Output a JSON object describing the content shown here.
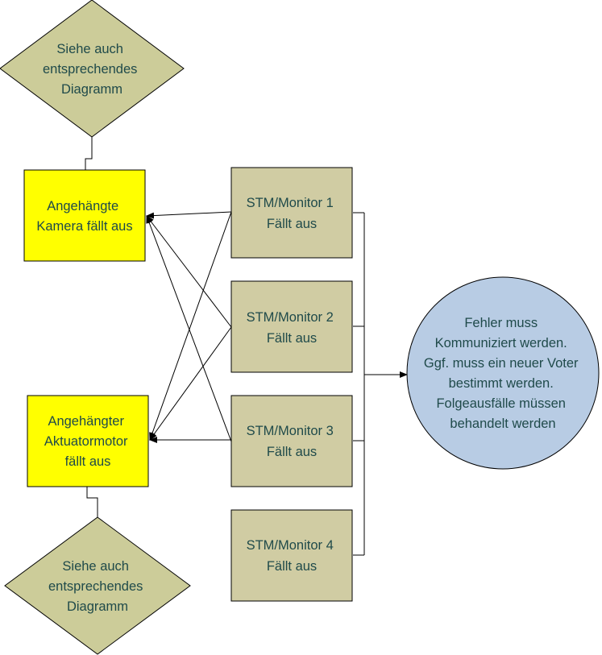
{
  "diamond_top": {
    "lines": [
      "Siehe auch",
      "entsprechendes",
      "Diagramm"
    ]
  },
  "diamond_bottom": {
    "lines": [
      "Siehe auch",
      "entsprechendes",
      "Diagramm"
    ]
  },
  "camera_box": {
    "lines": [
      "Angehängte",
      "Kamera fällt aus"
    ]
  },
  "actuator_box": {
    "lines": [
      "Angehängter",
      "Aktuatormotor",
      "fällt aus"
    ]
  },
  "monitors": [
    {
      "lines": [
        "STM/Monitor 1",
        "Fällt aus"
      ]
    },
    {
      "lines": [
        "STM/Monitor 2",
        "Fällt aus"
      ]
    },
    {
      "lines": [
        "STM/Monitor 3",
        "Fällt aus"
      ]
    },
    {
      "lines": [
        "STM/Monitor 4",
        "Fällt aus"
      ]
    }
  ],
  "result_circle": {
    "lines": [
      "Fehler muss",
      "Kommuniziert werden.",
      "Ggf. muss ein neuer Voter",
      "bestimmt werden.",
      "Folgeausfälle müssen",
      "behandelt werden"
    ]
  },
  "colors": {
    "diamond_fill": "#cccc99",
    "monitor_fill": "#d0cca3",
    "highlight_fill": "#ffff00",
    "circle_fill": "#b8cce4",
    "text": "#1f4a4a",
    "stroke": "#000000"
  }
}
